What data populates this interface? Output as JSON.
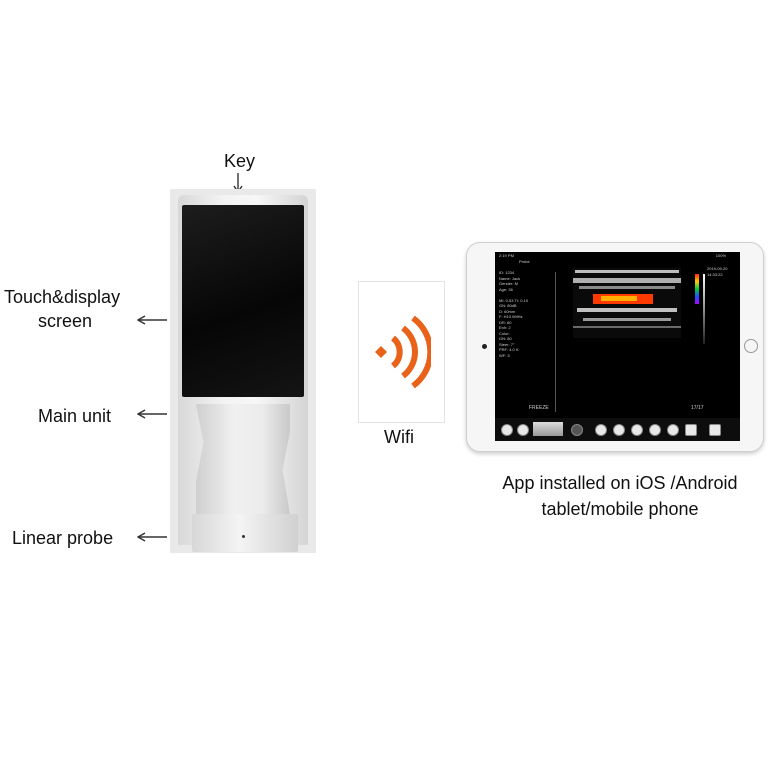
{
  "labels": {
    "key": "Key",
    "touch_display_line1": "Touch&display",
    "touch_display_line2": "screen",
    "main_unit": "Main unit",
    "linear_probe": "Linear probe",
    "wifi": "Wifi",
    "app_line1": "App installed on iOS /Android",
    "app_line2": "tablet/mobile phone"
  },
  "tablet_screen": {
    "status_left": "2:19 PM",
    "probe_label": "Probe",
    "status_right": "100%",
    "info_lines": [
      "ID: 1234",
      "Name: Jack",
      "Gender: M",
      "Age: 36",
      "",
      "MI: 0.53 TI: 0.10",
      "GN: 80dB",
      "D: 60mm",
      "F: H10.0MHz",
      "DR: 60",
      "Enh: 2",
      "Color:",
      "GN: 80",
      "Steer: 7°",
      "PRF: 4.0 K",
      "WF: 5"
    ],
    "date_lines": [
      "2019-09-20",
      "14:33:22"
    ],
    "freeze": "FREEZE",
    "frame": "17/17"
  },
  "colors": {
    "wifi_orange": "#e8621a",
    "screen_black": "#000000",
    "doppler_red": "#ff3a00",
    "doppler_yellow": "#ffb000"
  },
  "icons": [
    "arrow-down-icon",
    "arrow-left-icon",
    "wifi-icon",
    "home-button-icon"
  ]
}
